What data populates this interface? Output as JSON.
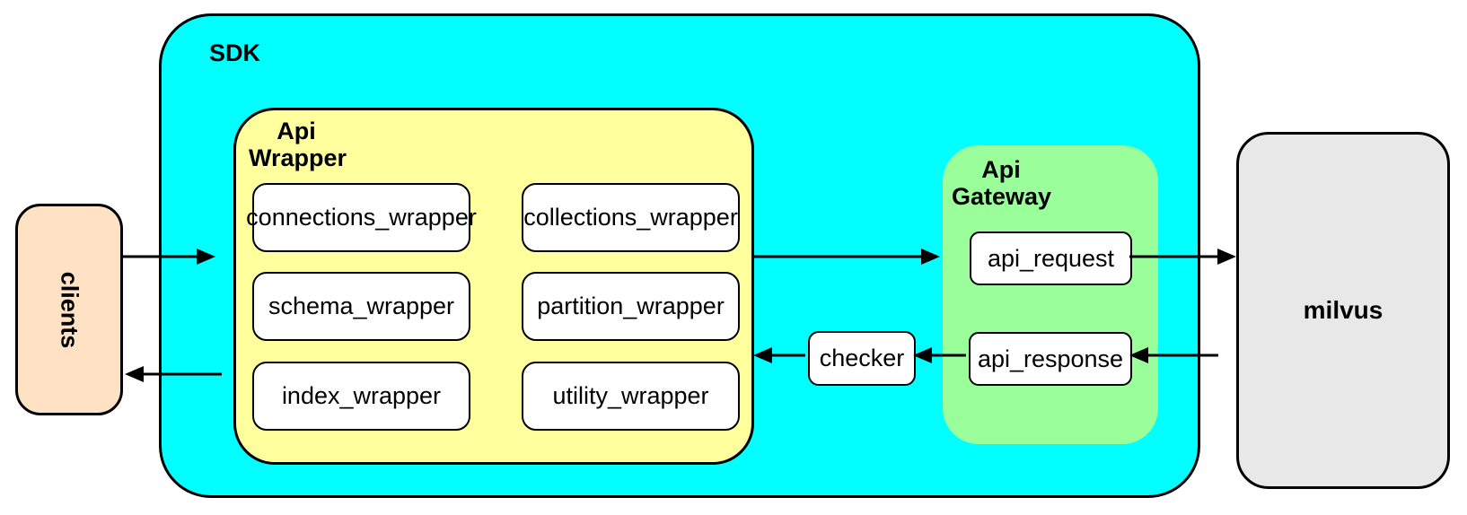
{
  "colors": {
    "sdk-fill": "#00ffff",
    "wrapper-fill": "#ffff9e",
    "gateway-fill": "#9aff9a",
    "clients-fill": "#ffe2c4",
    "milvus-fill": "#e8e8e8",
    "line": "#000000"
  },
  "clients": {
    "label": "clients"
  },
  "sdk": {
    "label": "SDK",
    "api_wrapper": {
      "label": [
        "Api",
        "Wrapper"
      ],
      "boxes": [
        "connections_wrapper",
        "collections_wrapper",
        "schema_wrapper",
        "partition_wrapper",
        "index_wrapper",
        "utility_wrapper"
      ]
    },
    "checker": {
      "label": "checker"
    },
    "api_gateway": {
      "label": [
        "Api",
        "Gateway"
      ],
      "request_label": "api_request",
      "response_label": "api_response"
    }
  },
  "milvus": {
    "label": "milvus"
  }
}
